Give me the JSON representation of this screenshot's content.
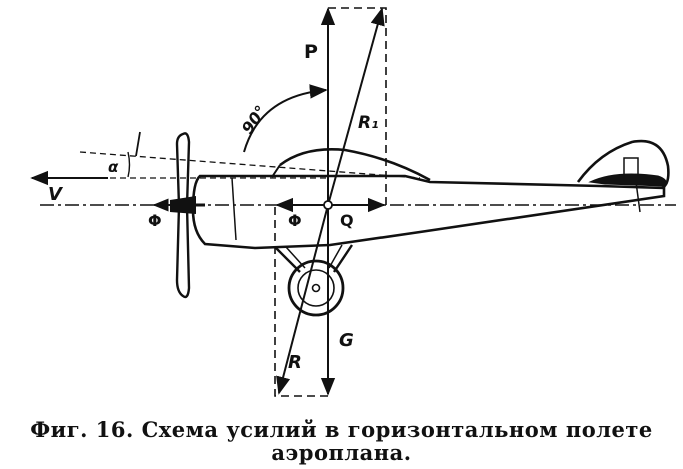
{
  "labels": {
    "lift": "P",
    "resultant_up": "R₁",
    "resultant_down": "R",
    "weight": "G",
    "drag": "Q",
    "thrust_center": "Φ",
    "thrust_propeller": "Φ",
    "velocity": "V",
    "angle_attack": "α",
    "angle_right": "90°"
  },
  "caption": {
    "line1": "Фиг. 16. Схема усилий в горизонтальном полете",
    "line2": "аэроплана."
  }
}
